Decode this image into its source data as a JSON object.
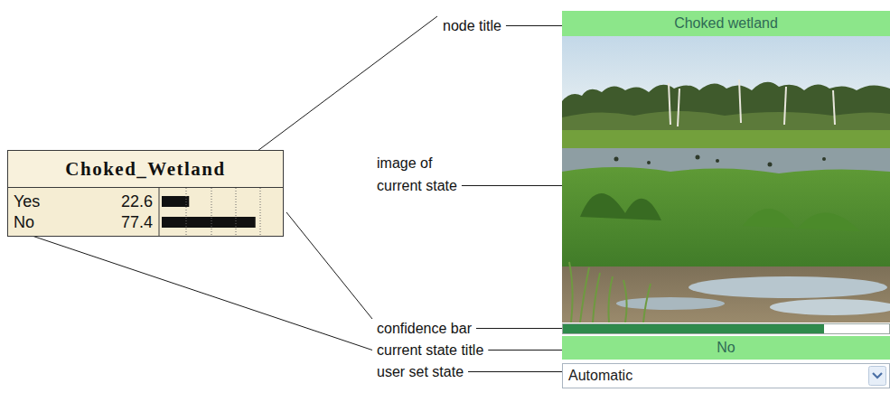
{
  "diagram": {
    "nodes": [
      {
        "text": [
          "Choked_Wetland",
          "Yes",
          "22.6",
          "No",
          "77.4"
        ]
      },
      {
        "text": [
          "Choked wetland"
        ]
      },
      {
        "text": [
          "No"
        ]
      },
      {
        "text": [
          "Automatic"
        ]
      }
    ],
    "labels": [
      "node title",
      "image of current state",
      "confidence bar",
      "current state title",
      "user set state"
    ]
  }
}
